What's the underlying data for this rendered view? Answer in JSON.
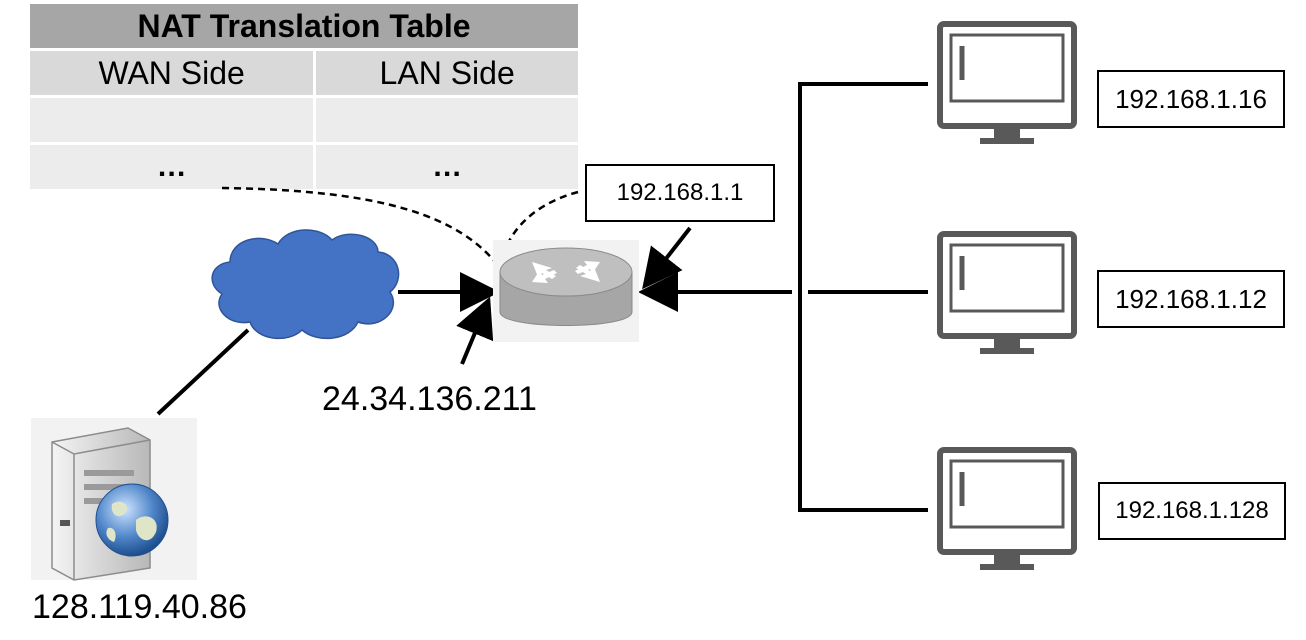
{
  "nat_table": {
    "title": "NAT Translation Table",
    "columns": [
      "WAN Side",
      "LAN Side"
    ],
    "rows": [
      [
        "",
        ""
      ],
      [
        "…",
        "…"
      ]
    ]
  },
  "router": {
    "lan_ip": "192.168.1.1",
    "wan_ip": "24.34.136.211"
  },
  "server": {
    "ip": "128.119.40.86"
  },
  "hosts": [
    {
      "ip": "192.168.1.16"
    },
    {
      "ip": "192.168.1.12"
    },
    {
      "ip": "192.168.1.128"
    }
  ],
  "colors": {
    "cloud": "#4472c4",
    "router": "#a6a6a6",
    "monitor": "#595959",
    "table_title": "#a6a6a6"
  },
  "icons": [
    "cloud-icon",
    "router-icon",
    "server-globe-icon",
    "monitor-icon"
  ]
}
